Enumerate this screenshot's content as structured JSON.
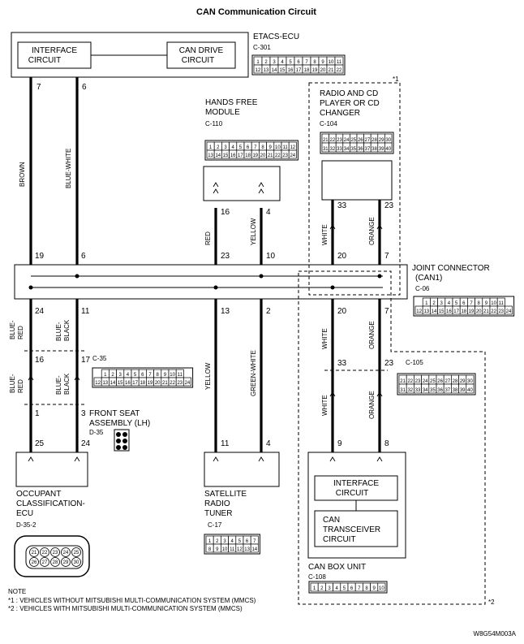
{
  "title": "CAN Communication Circuit",
  "etacs": {
    "name": "ETACS-ECU",
    "connector": "C-301",
    "interface_circuit": [
      "INTERFACE",
      "CIRCUIT"
    ],
    "can_drive_circuit": [
      "CAN DRIVE",
      "CIRCUIT"
    ],
    "pins_top": [
      "1",
      "2",
      "3",
      "4",
      "5",
      "6",
      "7",
      "8",
      "9",
      "10",
      "11"
    ],
    "pins_bottom": [
      "12",
      "13",
      "14",
      "15",
      "16",
      "17",
      "18",
      "19",
      "20",
      "21",
      "22"
    ]
  },
  "hands_free": {
    "name": [
      "HANDS FREE",
      "MODULE"
    ],
    "connector": "C-110",
    "pins_top": [
      "1",
      "2",
      "3",
      "4",
      "5",
      "6",
      "7",
      "8",
      "9",
      "10",
      "11",
      "12"
    ],
    "pins_bottom": [
      "13",
      "14",
      "15",
      "16",
      "17",
      "18",
      "19",
      "20",
      "21",
      "22",
      "23",
      "24"
    ]
  },
  "radio": {
    "name": [
      "RADIO AND CD",
      "PLAYER OR CD",
      "CHANGER"
    ],
    "connector": "C-104",
    "pins_top": [
      "21",
      "22",
      "23",
      "24",
      "25",
      "26",
      "27",
      "28",
      "29",
      "30"
    ],
    "pins_bottom": [
      "31",
      "32",
      "33",
      "34",
      "35",
      "36",
      "37",
      "38",
      "39",
      "40"
    ]
  },
  "joint": {
    "name": [
      "JOINT CONNECTOR",
      "(CAN1)"
    ],
    "connector": "C-06",
    "pins_top": [
      "1",
      "2",
      "3",
      "4",
      "5",
      "6",
      "7",
      "8",
      "9",
      "10",
      "11"
    ],
    "pins_bottom": [
      "12",
      "13",
      "14",
      "15",
      "16",
      "17",
      "18",
      "19",
      "20",
      "21",
      "22",
      "23",
      "24"
    ]
  },
  "c35": {
    "connector": "C-35",
    "pins_top": [
      "1",
      "2",
      "3",
      "4",
      "5",
      "6",
      "7",
      "8",
      "9",
      "10",
      "11"
    ],
    "pins_bottom": [
      "12",
      "13",
      "14",
      "15",
      "16",
      "17",
      "18",
      "19",
      "20",
      "21",
      "22",
      "23",
      "24"
    ]
  },
  "c105": {
    "connector": "C-105",
    "pins_top": [
      "21",
      "22",
      "23",
      "24",
      "25",
      "26",
      "27",
      "28",
      "29",
      "30"
    ],
    "pins_bottom": [
      "31",
      "32",
      "33",
      "34",
      "35",
      "36",
      "37",
      "38",
      "39",
      "40"
    ]
  },
  "front_seat": {
    "name": [
      "FRONT SEAT",
      "ASSEMBLY (LH)"
    ],
    "connector": "D-35"
  },
  "occupant": {
    "name": [
      "OCCUPANT",
      "CLASSIFICATION-",
      "ECU"
    ],
    "connector": "D-35-2",
    "pins_top": [
      "21",
      "22",
      "23",
      "24",
      "25"
    ],
    "pins_bottom": [
      "26",
      "27",
      "28",
      "29",
      "30"
    ]
  },
  "satellite": {
    "name": [
      "SATELLITE",
      "RADIO",
      "TUNER"
    ],
    "connector": "C-17",
    "pins_top": [
      "1",
      "2",
      "3",
      "4",
      "5",
      "6",
      "7"
    ],
    "pins_bottom": [
      "8",
      "9",
      "10",
      "11",
      "12",
      "13",
      "14"
    ]
  },
  "canbox": {
    "name": "CAN BOX UNIT",
    "connector": "C-108",
    "interface_circuit": [
      "INTERFACE",
      "CIRCUIT"
    ],
    "transceiver": [
      "CAN",
      "TRANSCEIVER",
      "CIRCUIT"
    ],
    "pins": [
      "1",
      "2",
      "3",
      "4",
      "5",
      "6",
      "7",
      "8",
      "9",
      "10"
    ]
  },
  "star1": "*1",
  "star2": "*2",
  "wires": {
    "etacs_left": {
      "top_pin": "7",
      "color": "BROWN",
      "joint_pin": "19"
    },
    "etacs_right": {
      "top_pin": "6",
      "color": "BLUE-WHITE",
      "joint_pin": "6"
    },
    "hf_left": {
      "top_pin": "16",
      "color": "RED",
      "joint_pin": "23"
    },
    "hf_right": {
      "top_pin": "4",
      "color": "YELLOW",
      "joint_pin": "10"
    },
    "radio_left": {
      "top_pin": "33",
      "color": "WHITE",
      "joint_pin": "20"
    },
    "radio_right": {
      "top_pin": "23",
      "color": "ORANGE",
      "joint_pin": "7"
    },
    "low_left": {
      "joint_pin": "24",
      "color_a": "BLUE-RED",
      "c35_pin": "16",
      "color_b": "BLUE-RED",
      "fs_pin": "1",
      "ecu_pin": "25"
    },
    "low_right": {
      "joint_pin": "11",
      "color_a": "BLUE-BLACK",
      "c35_pin": "17",
      "color_b": "BLUE-BLACK",
      "fs_pin": "3",
      "ecu_pin": "24"
    },
    "sat_left": {
      "joint_pin": "13",
      "color": "YELLOW",
      "sat_pin": "11"
    },
    "sat_right": {
      "joint_pin": "2",
      "color": "GREEN-WHITE",
      "sat_pin": "4"
    },
    "can_left": {
      "joint_pin": "20",
      "color_a": "WHITE",
      "c105_pin": "33",
      "color_b": "WHITE",
      "box_pin": "9"
    },
    "can_right": {
      "joint_pin": "7",
      "color_a": "ORANGE",
      "c105_pin": "23",
      "color_b": "ORANGE",
      "box_pin": "8"
    }
  },
  "note": {
    "heading": "NOTE",
    "line1": "*1 : VEHICLES WITHOUT MITSUBISHI MULTI-COMMUNICATION SYSTEM (MMCS)",
    "line2": "*2 : VEHICLES WITH MITSUBISHI MULTI-COMMUNICATION SYSTEM (MMCS)"
  },
  "code": "W8G54M003A"
}
